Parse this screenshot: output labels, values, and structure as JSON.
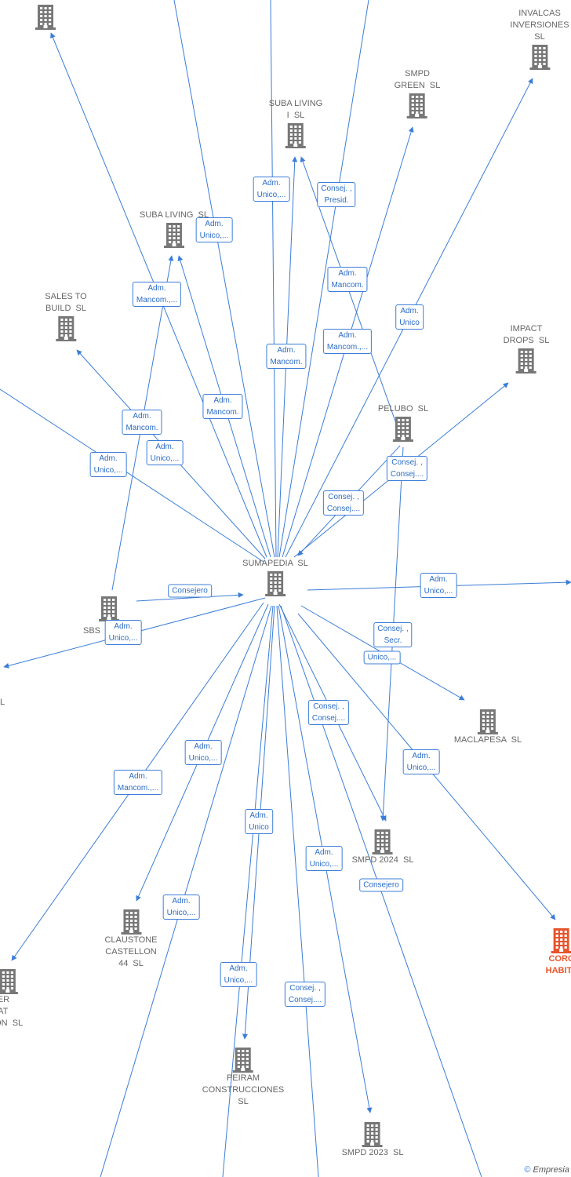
{
  "colors": {
    "edge": "#3b7dd8",
    "building": "#777777",
    "highlight": "#e8542b"
  },
  "center": "SUMAPEDIA  SL",
  "nodes": [
    {
      "id": "top_left",
      "label": ""
    },
    {
      "id": "invalcas",
      "label": "INVALCAS\nINVERSIONES\nSL"
    },
    {
      "id": "smpd_green",
      "label": "SMPD\nGREEN  SL"
    },
    {
      "id": "suba_living_i",
      "label": "SUBA LIVING\nI  SL"
    },
    {
      "id": "suba_living",
      "label": "SUBA LIVING  SL"
    },
    {
      "id": "sales_to_build",
      "label": "SALES TO\nBUILD  SL"
    },
    {
      "id": "impact_drops",
      "label": "IMPACT\nDROPS  SL"
    },
    {
      "id": "pelubo",
      "label": "PELUBO  SL"
    },
    {
      "id": "sumapedia",
      "label": "SUMAPEDIA  SL"
    },
    {
      "id": "sbs",
      "label": "SBS"
    },
    {
      "id": "maclapesa",
      "label": "MACLAPESA  SL"
    },
    {
      "id": "smpd_2024",
      "label": "SMPD 2024  SL"
    },
    {
      "id": "claustone",
      "label": "CLAUSTONE\nCASTELLON\n44  SL"
    },
    {
      "id": "coro",
      "label": "CORO\nHABITA"
    },
    {
      "id": "over",
      "label": "OVER\nSITAT\nLLON  SL"
    },
    {
      "id": "peiram",
      "label": "PEIRAM\nCONSTRUCCIONES\nSL"
    },
    {
      "id": "smpd_2023",
      "label": "SMPD 2023  SL"
    }
  ],
  "left_edge_text": "L",
  "roles": [
    "Adm.\nUnico,...",
    "Consej. ,\nPresid.",
    "Adm.\nUnico,...",
    "Adm.\nMancom.",
    "Adm.\nMancom.,...",
    "Adm.\nUnico",
    "Adm.\nMancom.,...",
    "Adm.\nMancom.",
    "Adm.\nMancom.",
    "Adm.\nMancom.",
    "Adm.\nUnico,...",
    "Adm.\nUnico,...",
    "Consej. ,\nConsej....",
    "Consej. ,\nConsej....",
    "Consejero",
    "Adm.\nUnico,...",
    "Adm.\nUnico,...",
    "Consej. ,\nSecr.",
    "Unico,...",
    "Consej. ,\nConsej....",
    "Adm.\nUnico,...",
    "Adm.\nUnico,...",
    "Adm.\nMancom.,...",
    "Adm.\nUnico",
    "Adm.\nUnico,...",
    "Consejero",
    "Adm.\nUnico,...",
    "Adm.\nUnico,...",
    "Consej. ,\nConsej...."
  ],
  "footer": {
    "copyright": "©",
    "brand": "Empresia"
  }
}
